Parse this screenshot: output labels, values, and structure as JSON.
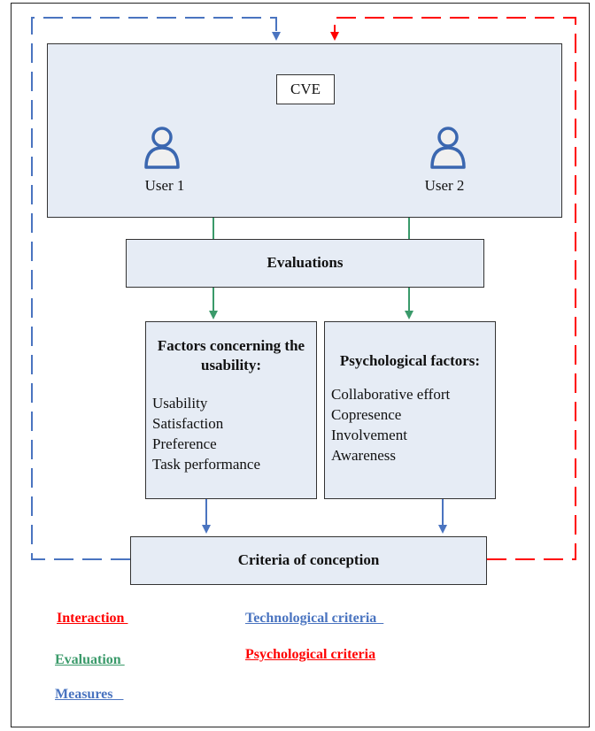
{
  "diagram": {
    "cve_label": "CVE",
    "user1_label": "User 1",
    "user2_label": "User 2",
    "evaluations_label": "Evaluations",
    "usability_factors": {
      "title": "Factors concerning the usability:",
      "items": [
        "Usability",
        "Satisfaction",
        "Preference",
        "Task performance"
      ]
    },
    "psychological_factors": {
      "title": "Psychological factors:",
      "items": [
        "Collaborative effort",
        "Copresence",
        "Involvement",
        "Awareness"
      ]
    },
    "criteria_label": "Criteria of conception"
  },
  "legend": {
    "interaction": "Interaction ",
    "evaluation": "Evaluation ",
    "measures": "Measures   ",
    "technological": "Technological criteria  ",
    "psychological": "Psychological criteria"
  },
  "colors": {
    "interaction": "#ff0000",
    "evaluation": "#3a9a6a",
    "measures": "#4a74c0",
    "technological": "#4a74c0",
    "psychological": "#ff0000",
    "box_fill": "#e6ecf5",
    "user_icon_fill": "#f0f0f0",
    "user_icon_stroke": "#3b67b0"
  }
}
